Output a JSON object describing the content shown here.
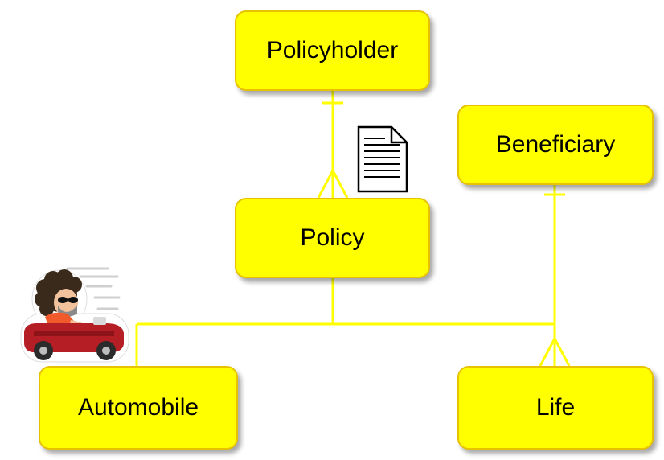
{
  "colors": {
    "entity_fill": "#ffff00",
    "entity_border": "#e6c200",
    "connector": "#ffff00"
  },
  "entities": {
    "policyholder": "Policyholder",
    "beneficiary": "Beneficiary",
    "policy": "Policy",
    "automobile": "Automobile",
    "life": "Life"
  },
  "relationships": [
    {
      "from": "policyholder",
      "to": "policy",
      "from_end": "one",
      "to_end": "many"
    },
    {
      "from": "beneficiary",
      "to": "life",
      "from_end": "one",
      "to_end": "many"
    },
    {
      "from": "policy",
      "to": "automobile",
      "type": "subtype"
    },
    {
      "from": "policy",
      "to": "life",
      "type": "subtype"
    }
  ],
  "icons": {
    "document": "document-icon",
    "driver": "car-driver-icon"
  }
}
